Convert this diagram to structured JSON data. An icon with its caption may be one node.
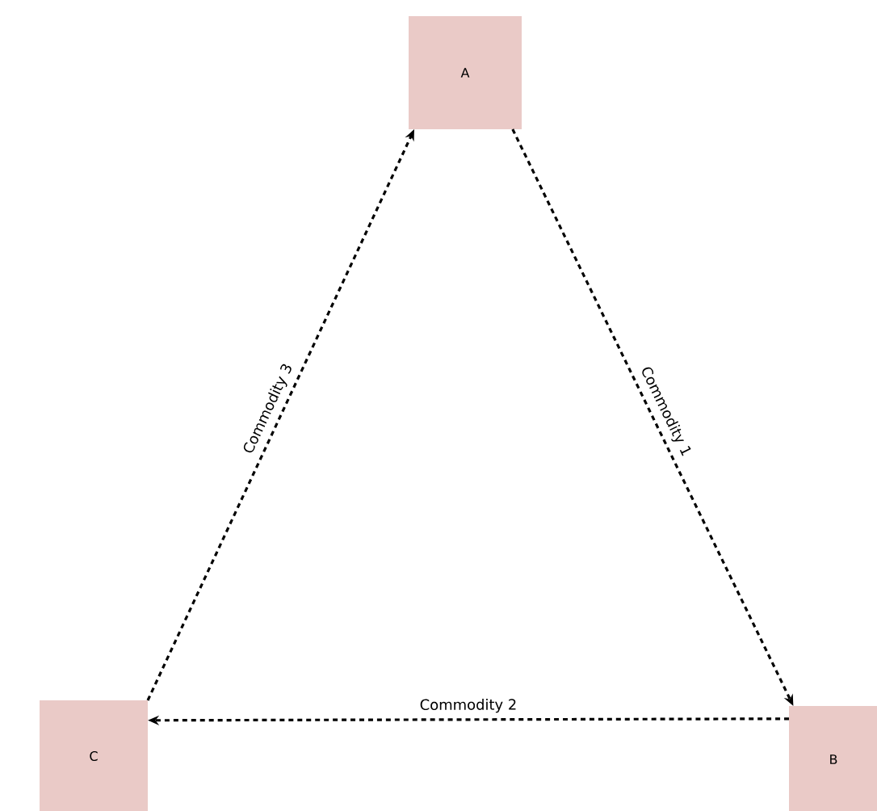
{
  "diagram": {
    "nodes": [
      {
        "text": [
          "A"
        ]
      },
      {
        "text": [
          "B"
        ]
      },
      {
        "text": [
          "C"
        ]
      }
    ],
    "edges": [
      {
        "from": 0,
        "to": 1,
        "arrow": "to",
        "label": "Commodity 1"
      },
      {
        "from": 1,
        "to": 2,
        "arrow": "to",
        "label": "Commodity 2"
      },
      {
        "from": 2,
        "to": 0,
        "arrow": "to",
        "label": "Commodity 3"
      }
    ]
  }
}
